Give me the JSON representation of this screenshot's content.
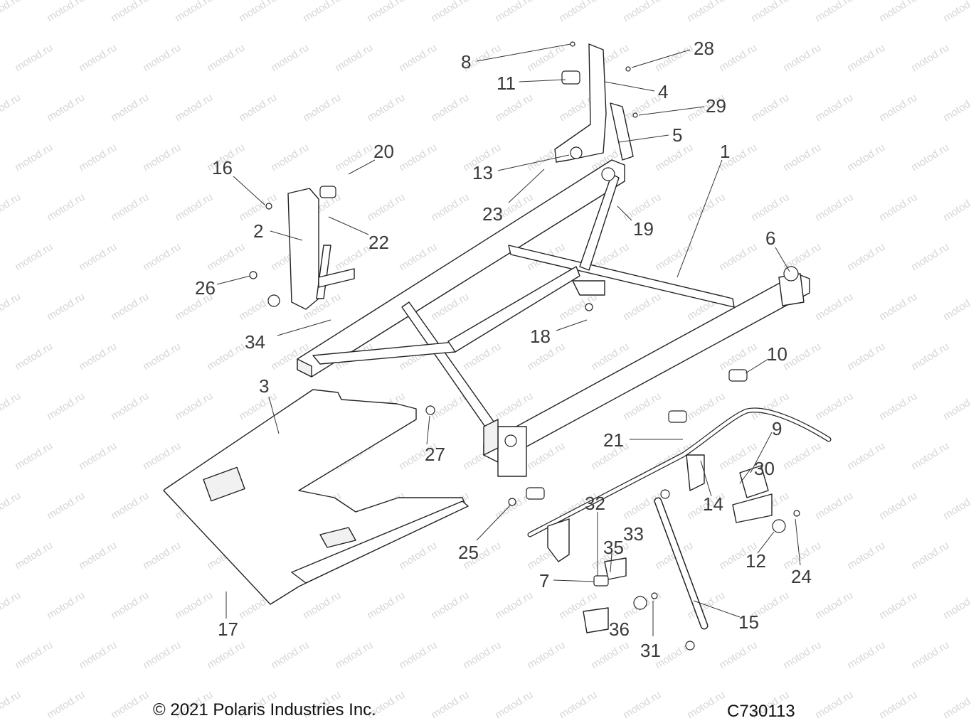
{
  "footer": {
    "copyright": "© 2021 Polaris Industries Inc.",
    "drawing_id": "C730113"
  },
  "watermark": "motod.ru",
  "callouts": [
    "1",
    "2",
    "3",
    "4",
    "5",
    "6",
    "7",
    "8",
    "9",
    "10",
    "11",
    "12",
    "13",
    "14",
    "15",
    "16",
    "17",
    "18",
    "19",
    "20",
    "21",
    "22",
    "23",
    "24",
    "25",
    "26",
    "27",
    "28",
    "29",
    "30",
    "31",
    "32",
    "33",
    "34",
    "35",
    "36"
  ]
}
